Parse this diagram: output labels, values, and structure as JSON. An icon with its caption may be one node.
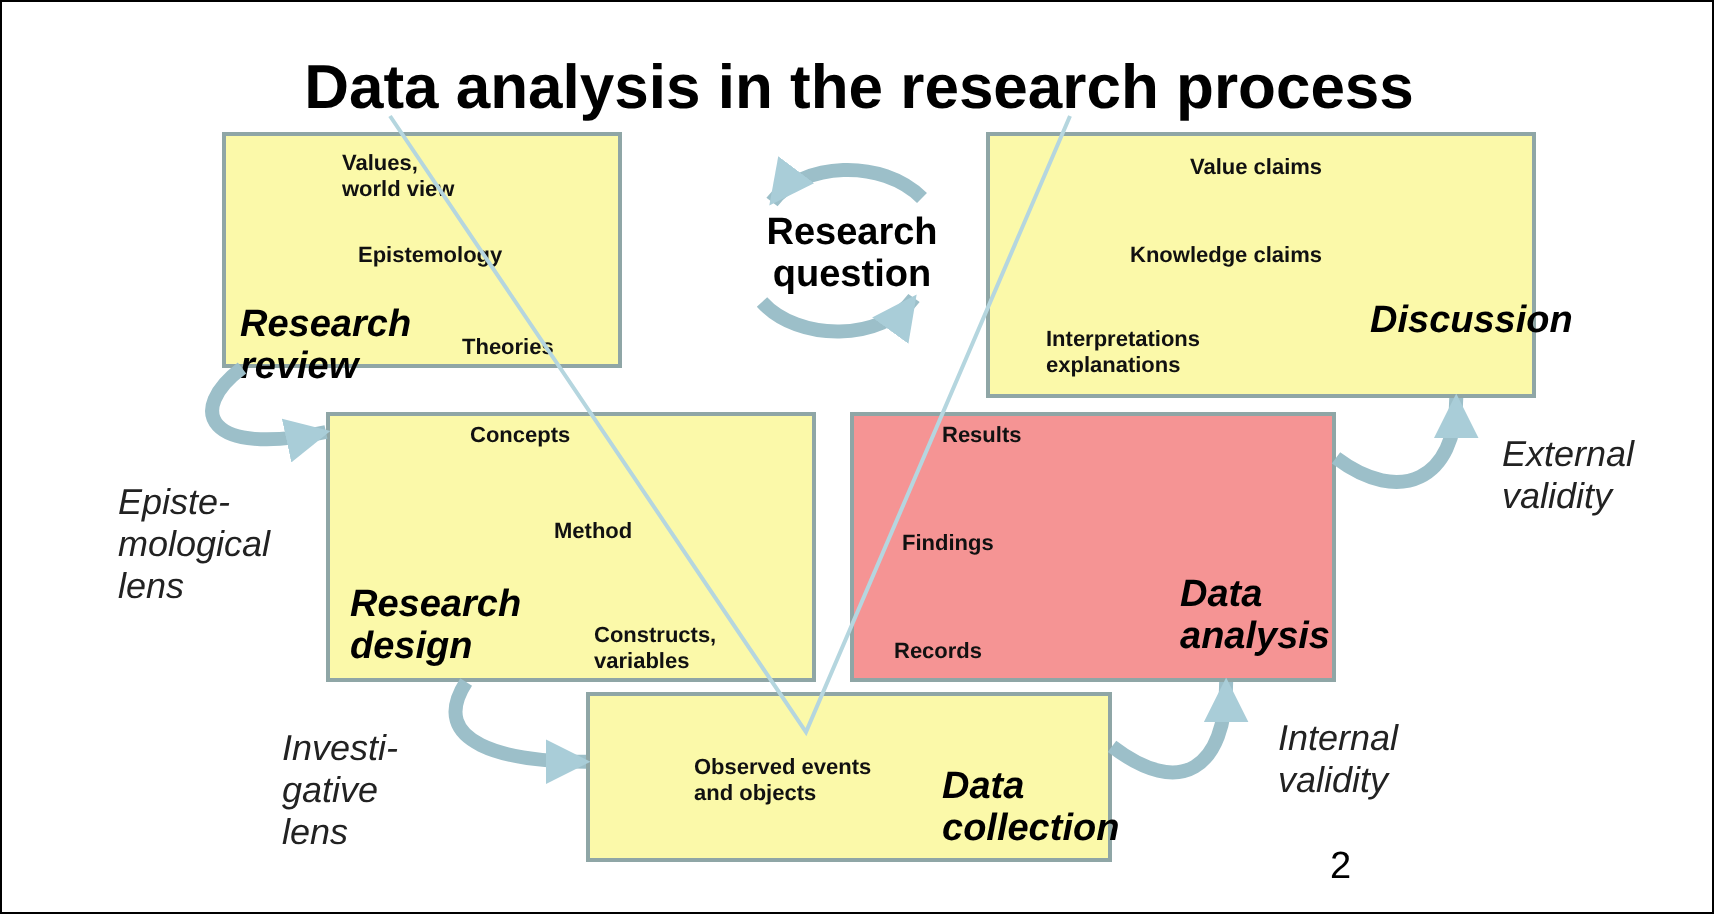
{
  "diagram": {
    "title": "Data analysis in the research process",
    "nodes": [
      {
        "text": [
          "Values, world view",
          "Epistemology",
          "Research review",
          "Theories"
        ]
      },
      {
        "text": [
          "Value claims",
          "Knowledge claims",
          "Discussion",
          "Interpretations explanations"
        ]
      },
      {
        "text": [
          "Research question"
        ]
      },
      {
        "text": [
          "Concepts",
          "Method",
          "Research design",
          "Constructs, variables"
        ]
      },
      {
        "text": [
          "Results",
          "Findings",
          "Data analysis",
          "Records"
        ]
      },
      {
        "text": [
          "Observed events and objects",
          "Data collection"
        ]
      }
    ],
    "edges": [
      {
        "from": 0,
        "to": 3,
        "arrow": "to",
        "label": "Episte- mological lens"
      },
      {
        "from": 3,
        "to": 5,
        "arrow": "to",
        "label": "Investi- gative lens"
      },
      {
        "from": 5,
        "to": 4,
        "arrow": "to",
        "label": "Internal validity"
      },
      {
        "from": 4,
        "to": 1,
        "arrow": "to",
        "label": "External validity"
      }
    ],
    "labels": [
      "2"
    ]
  }
}
